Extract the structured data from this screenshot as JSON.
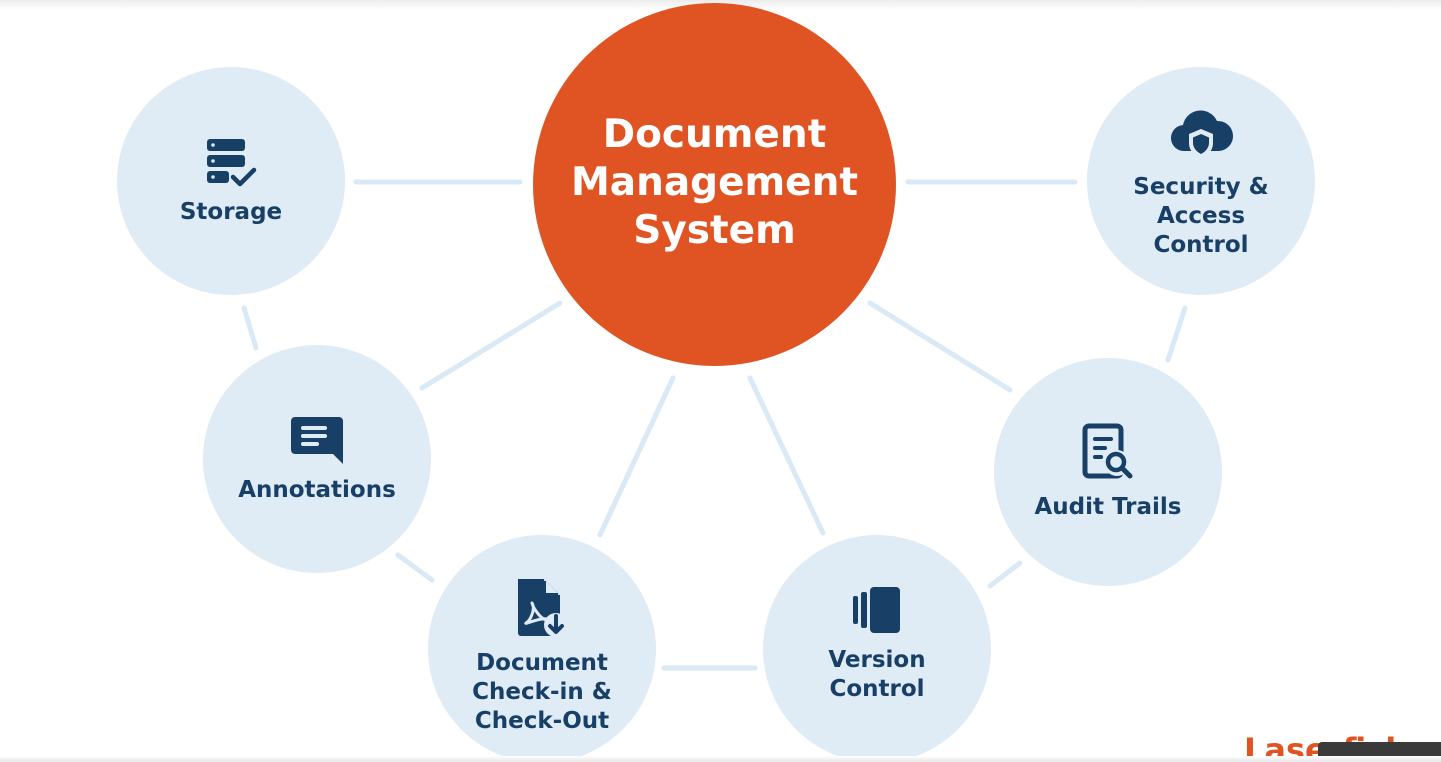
{
  "center": {
    "label": "Document\nManagement\nSystem"
  },
  "nodes": {
    "storage": {
      "label": "Storage",
      "icon": "storage-check-icon"
    },
    "annotations": {
      "label": "Annotations",
      "icon": "comment-icon"
    },
    "checkin": {
      "label": "Document\nCheck-in &\nCheck-Out",
      "icon": "pdf-download-icon"
    },
    "version": {
      "label": "Version\nControl",
      "icon": "versions-icon"
    },
    "audit": {
      "label": "Audit Trails",
      "icon": "document-search-icon"
    },
    "security": {
      "label": "Security &\nAccess\nControl",
      "icon": "cloud-shield-icon"
    }
  },
  "brand": {
    "text": "Laserfiche"
  },
  "colors": {
    "center": "#e05423",
    "node_fill": "#dfebf5",
    "node_text": "#183f66",
    "connector": "#d9e9f6"
  }
}
